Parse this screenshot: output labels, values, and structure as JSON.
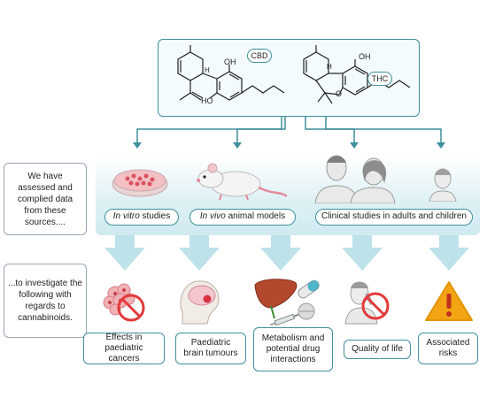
{
  "molecules": {
    "cbd_tag": "CBD",
    "thc_tag": "THC",
    "atom_oh": "OH",
    "atom_ho": "HO",
    "atom_h": "H",
    "atom_o": "O"
  },
  "notes": {
    "sources": "We have assessed and complied data from these sources....",
    "investigate": "...to investigate the following with regards to cannabinoids."
  },
  "sources": {
    "in_vitro_italic": "In vitro",
    "in_vitro_rest": " studies",
    "in_vivo_italic": "In vivo",
    "in_vivo_rest": " animal models",
    "clinical": "Clinical studies in adults and children"
  },
  "outcomes": [
    {
      "label": "Effects in paediatric cancers",
      "icon": "cancer-cells-prohibited-icon"
    },
    {
      "label": "Paediatric brain tumours",
      "icon": "child-brain-tumour-icon"
    },
    {
      "label": "Metabolism and potential drug interactions",
      "icon": "liver-drug-icon"
    },
    {
      "label": "Quality of life",
      "icon": "distressed-child-prohibited-icon"
    },
    {
      "label": "Associated risks",
      "icon": "warning-icon"
    }
  ],
  "colors": {
    "teal": "#3f8f9c",
    "arrow": "#bde2ea",
    "warning": "#f2a413",
    "prohibit": "#e23a3a"
  }
}
